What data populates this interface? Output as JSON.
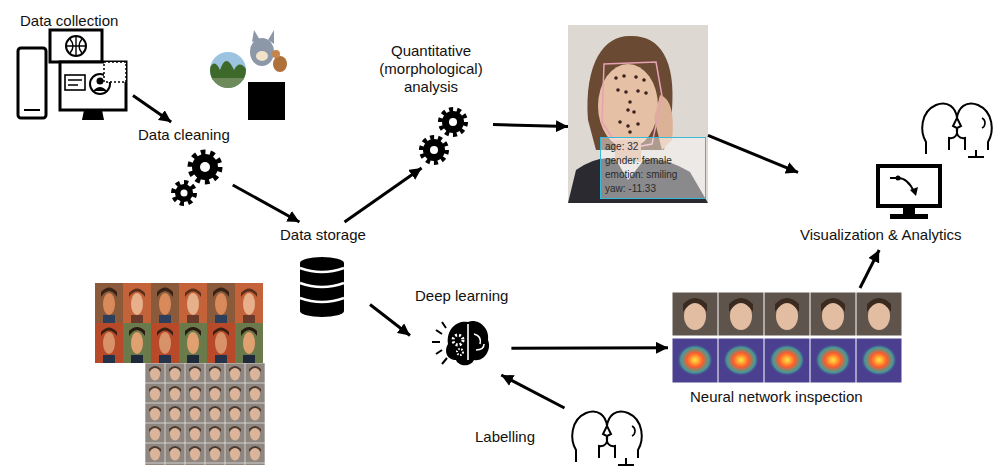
{
  "diagram": {
    "nodes": [
      {
        "text": [
          "Data collection"
        ]
      },
      {
        "text": [
          "Data cleaning"
        ]
      },
      {
        "text": [
          "Data storage"
        ]
      },
      {
        "text": [
          "Quantitative (morphological) analysis"
        ]
      },
      {
        "text": [
          "age: 32",
          "gender: female",
          "emotion: smiling",
          "yaw: -11.33"
        ]
      },
      {
        "text": [
          "Deep learning"
        ]
      },
      {
        "text": [
          "Neural network inspection"
        ]
      },
      {
        "text": [
          "Labelling"
        ]
      },
      {
        "text": [
          "Visualization & Analytics"
        ]
      }
    ],
    "edges": [
      {
        "from": 0,
        "to": 1,
        "arrow": "to"
      },
      {
        "from": 1,
        "to": 2,
        "arrow": "to"
      },
      {
        "from": 2,
        "to": 3,
        "arrow": "to"
      },
      {
        "from": 3,
        "to": 4,
        "arrow": "to"
      },
      {
        "from": 4,
        "to": 8,
        "arrow": "to"
      },
      {
        "from": 2,
        "to": 5,
        "arrow": "to"
      },
      {
        "from": 5,
        "to": 6,
        "arrow": "to"
      },
      {
        "from": 6,
        "to": 8,
        "arrow": "to"
      },
      {
        "from": 7,
        "to": 5,
        "arrow": "to"
      }
    ]
  }
}
